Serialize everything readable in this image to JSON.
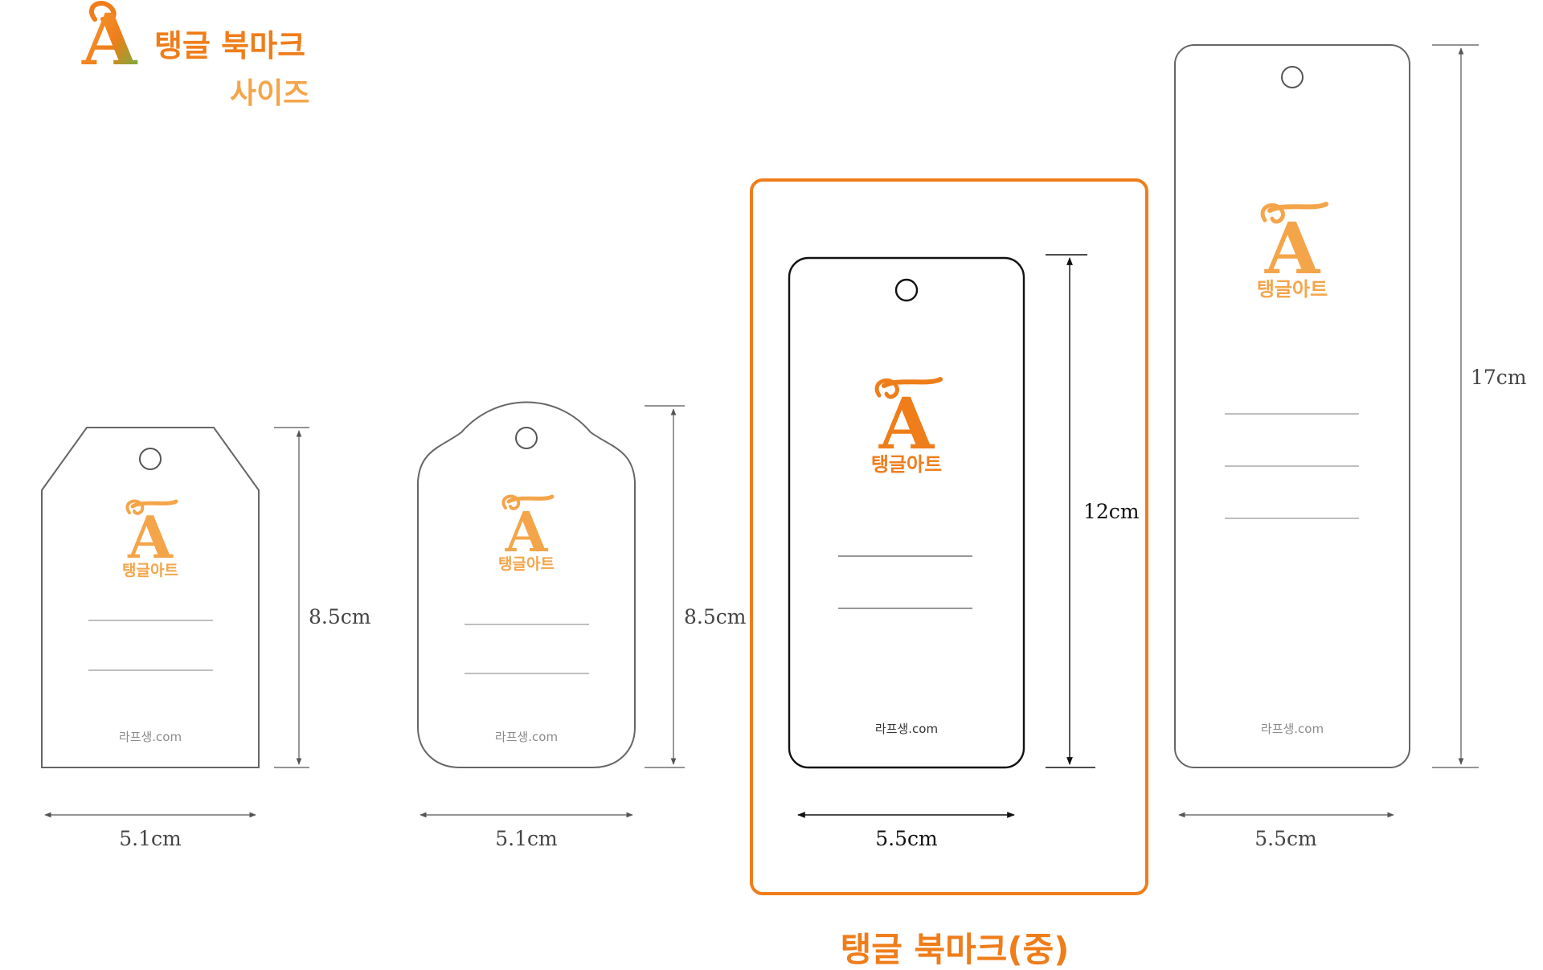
{
  "header": {
    "logo_letter": "A",
    "title": "탱글 북마크",
    "subtitle": "사이즈"
  },
  "colors": {
    "brand_orange": "#ef7d1a",
    "logo_orange": "#f08a22",
    "logo_green": "#5bb847",
    "outline_gray": "#666666",
    "outline_dark": "#111111",
    "dim_line": "#555555"
  },
  "bookmarks": [
    {
      "shape": "tag-cut",
      "logo_letter": "A",
      "logo_word": "탱글아트",
      "site": "라프생.com",
      "height_label": "8.5cm",
      "width_label": "5.1cm"
    },
    {
      "shape": "tag-cloud",
      "logo_letter": "A",
      "logo_word": "탱글아트",
      "site": "라프생.com",
      "height_label": "8.5cm",
      "width_label": "5.1cm"
    },
    {
      "shape": "rect-medium",
      "logo_letter": "A",
      "logo_word": "탱글아트",
      "site": "라프생.com",
      "height_label": "12cm",
      "width_label": "5.5cm",
      "highlighted": true
    },
    {
      "shape": "rect-long",
      "logo_letter": "A",
      "logo_word": "탱글아트",
      "site": "라프생.com",
      "height_label": "17cm",
      "width_label": "5.5cm"
    }
  ],
  "highlight_caption": "탱글 북마크(중)"
}
